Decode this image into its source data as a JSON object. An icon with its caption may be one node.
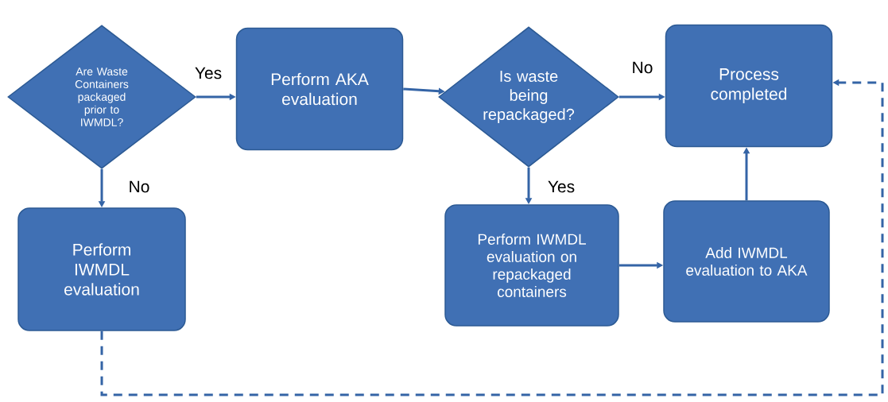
{
  "diagram": {
    "nodes": [
      {
        "text": [
          "Are Waste Containers packaged prior to IWMDL?"
        ]
      },
      {
        "text": [
          "Perform AKA evaluation"
        ]
      },
      {
        "text": [
          "Perform IWMDL evaluation"
        ]
      },
      {
        "text": [
          "Is waste being repackaged?"
        ]
      },
      {
        "text": [
          "Process completed"
        ]
      },
      {
        "text": [
          "Perform IWMDL evaluation on repackaged containers"
        ]
      },
      {
        "text": [
          "Add IWMDL evaluation to AKA"
        ]
      }
    ],
    "edges": [
      {
        "from": 0,
        "to": 1,
        "arrow": "to",
        "label": "Yes"
      },
      {
        "from": 0,
        "to": 2,
        "arrow": "to",
        "label": "No"
      },
      {
        "from": 1,
        "to": 3,
        "arrow": "to"
      },
      {
        "from": 3,
        "to": 4,
        "arrow": "to",
        "label": "No"
      },
      {
        "from": 3,
        "to": 5,
        "arrow": "to",
        "label": "Yes"
      },
      {
        "from": 5,
        "to": 6,
        "arrow": "to"
      },
      {
        "from": 6,
        "to": 4,
        "arrow": "to"
      },
      {
        "from": 2,
        "to": 4,
        "arrow": "to",
        "style": "dashed"
      }
    ]
  }
}
